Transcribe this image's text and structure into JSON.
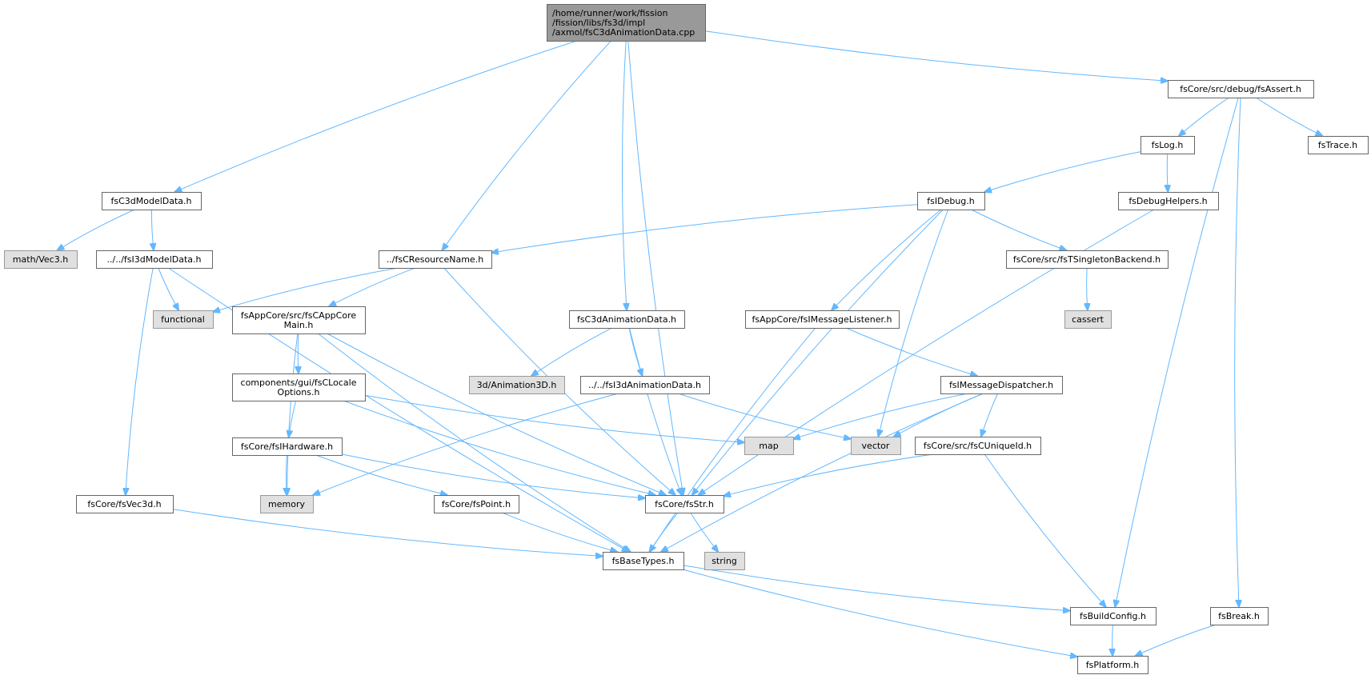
{
  "nodes": [
    {
      "id": "root",
      "lines": [
        "/home/runner/work/fission",
        "/fission/libs/fs3d/impl",
        "/axmol/fsC3dAnimationData.cpp"
      ],
      "kind": "root"
    },
    {
      "id": "fsassert",
      "lines": [
        "fsCore/src/debug/fsAssert.h"
      ],
      "kind": "normal"
    },
    {
      "id": "fslog",
      "lines": [
        "fsLog.h"
      ],
      "kind": "normal"
    },
    {
      "id": "fstrace",
      "lines": [
        "fsTrace.h"
      ],
      "kind": "normal"
    },
    {
      "id": "c3dmodel",
      "lines": [
        "fsC3dModelData.h"
      ],
      "kind": "normal"
    },
    {
      "id": "fsidebug",
      "lines": [
        "fsIDebug.h"
      ],
      "kind": "normal"
    },
    {
      "id": "fsdebughelpers",
      "lines": [
        "fsDebugHelpers.h"
      ],
      "kind": "normal"
    },
    {
      "id": "vec3",
      "lines": [
        "math/Vec3.h"
      ],
      "kind": "ext"
    },
    {
      "id": "i3dmodel",
      "lines": [
        "../../fsI3dModelData.h"
      ],
      "kind": "normal"
    },
    {
      "id": "resname",
      "lines": [
        "../fsCResourceName.h"
      ],
      "kind": "normal"
    },
    {
      "id": "singleton",
      "lines": [
        "fsCore/src/fsTSingletonBackend.h"
      ],
      "kind": "normal"
    },
    {
      "id": "functional",
      "lines": [
        "functional"
      ],
      "kind": "ext"
    },
    {
      "id": "appcore",
      "lines": [
        "fsAppCore/src/fsCAppCore",
        "Main.h"
      ],
      "kind": "normal"
    },
    {
      "id": "c3danim",
      "lines": [
        "fsC3dAnimationData.h"
      ],
      "kind": "normal"
    },
    {
      "id": "msglistener",
      "lines": [
        "fsAppCore/fsIMessageListener.h"
      ],
      "kind": "normal"
    },
    {
      "id": "cassert",
      "lines": [
        "cassert"
      ],
      "kind": "ext"
    },
    {
      "id": "locale",
      "lines": [
        "components/gui/fsCLocale",
        "Options.h"
      ],
      "kind": "normal"
    },
    {
      "id": "anim3d",
      "lines": [
        "3d/Animation3D.h"
      ],
      "kind": "ext"
    },
    {
      "id": "i3danim",
      "lines": [
        "../../fsI3dAnimationData.h"
      ],
      "kind": "normal"
    },
    {
      "id": "msgdispatcher",
      "lines": [
        "fsIMessageDispatcher.h"
      ],
      "kind": "normal"
    },
    {
      "id": "hardware",
      "lines": [
        "fsCore/fsIHardware.h"
      ],
      "kind": "normal"
    },
    {
      "id": "map",
      "lines": [
        "map"
      ],
      "kind": "ext"
    },
    {
      "id": "vector",
      "lines": [
        "vector"
      ],
      "kind": "ext"
    },
    {
      "id": "uniqueid",
      "lines": [
        "fsCore/src/fsCUniqueId.h"
      ],
      "kind": "normal"
    },
    {
      "id": "vec3d",
      "lines": [
        "fsCore/fsVec3d.h"
      ],
      "kind": "normal"
    },
    {
      "id": "memory",
      "lines": [
        "memory"
      ],
      "kind": "ext"
    },
    {
      "id": "point",
      "lines": [
        "fsCore/fsPoint.h"
      ],
      "kind": "normal"
    },
    {
      "id": "fsstr",
      "lines": [
        "fsCore/fsStr.h"
      ],
      "kind": "normal"
    },
    {
      "id": "string",
      "lines": [
        "string"
      ],
      "kind": "ext"
    },
    {
      "id": "basetypes",
      "lines": [
        "fsBaseTypes.h"
      ],
      "kind": "normal"
    },
    {
      "id": "buildconfig",
      "lines": [
        "fsBuildConfig.h"
      ],
      "kind": "normal"
    },
    {
      "id": "break",
      "lines": [
        "fsBreak.h"
      ],
      "kind": "normal"
    },
    {
      "id": "platform",
      "lines": [
        "fsPlatform.h"
      ],
      "kind": "normal"
    }
  ],
  "edges": [
    [
      "root",
      "c3dmodel"
    ],
    [
      "root",
      "resname"
    ],
    [
      "root",
      "c3danim"
    ],
    [
      "root",
      "fsstr"
    ],
    [
      "root",
      "fsassert"
    ],
    [
      "fsassert",
      "fslog"
    ],
    [
      "fsassert",
      "fstrace"
    ],
    [
      "fsassert",
      "buildconfig"
    ],
    [
      "fsassert",
      "break"
    ],
    [
      "fslog",
      "fsidebug"
    ],
    [
      "fslog",
      "fsdebughelpers"
    ],
    [
      "fsidebug",
      "resname"
    ],
    [
      "fsidebug",
      "singleton"
    ],
    [
      "fsidebug",
      "msglistener"
    ],
    [
      "fsidebug",
      "vector"
    ],
    [
      "fsidebug",
      "fsstr"
    ],
    [
      "fsdebughelpers",
      "fsstr"
    ],
    [
      "singleton",
      "cassert"
    ],
    [
      "c3dmodel",
      "vec3"
    ],
    [
      "c3dmodel",
      "i3dmodel"
    ],
    [
      "i3dmodel",
      "functional"
    ],
    [
      "i3dmodel",
      "vec3d"
    ],
    [
      "i3dmodel",
      "basetypes"
    ],
    [
      "resname",
      "functional"
    ],
    [
      "resname",
      "appcore"
    ],
    [
      "resname",
      "fsstr"
    ],
    [
      "appcore",
      "locale"
    ],
    [
      "appcore",
      "memory"
    ],
    [
      "appcore",
      "basetypes"
    ],
    [
      "appcore",
      "fsstr"
    ],
    [
      "locale",
      "hardware"
    ],
    [
      "locale",
      "map"
    ],
    [
      "locale",
      "fsstr"
    ],
    [
      "hardware",
      "memory"
    ],
    [
      "hardware",
      "point"
    ],
    [
      "hardware",
      "fsstr"
    ],
    [
      "c3danim",
      "anim3d"
    ],
    [
      "c3danim",
      "i3danim"
    ],
    [
      "c3danim",
      "fsstr"
    ],
    [
      "i3danim",
      "memory"
    ],
    [
      "i3danim",
      "vector"
    ],
    [
      "msglistener",
      "msgdispatcher"
    ],
    [
      "msglistener",
      "basetypes"
    ],
    [
      "msgdispatcher",
      "map"
    ],
    [
      "msgdispatcher",
      "vector"
    ],
    [
      "msgdispatcher",
      "uniqueid"
    ],
    [
      "msgdispatcher",
      "basetypes"
    ],
    [
      "uniqueid",
      "fsstr"
    ],
    [
      "uniqueid",
      "buildconfig"
    ],
    [
      "vec3d",
      "basetypes"
    ],
    [
      "point",
      "basetypes"
    ],
    [
      "fsstr",
      "basetypes"
    ],
    [
      "fsstr",
      "string"
    ],
    [
      "basetypes",
      "buildconfig"
    ],
    [
      "basetypes",
      "platform"
    ],
    [
      "buildconfig",
      "platform"
    ],
    [
      "break",
      "platform"
    ]
  ]
}
